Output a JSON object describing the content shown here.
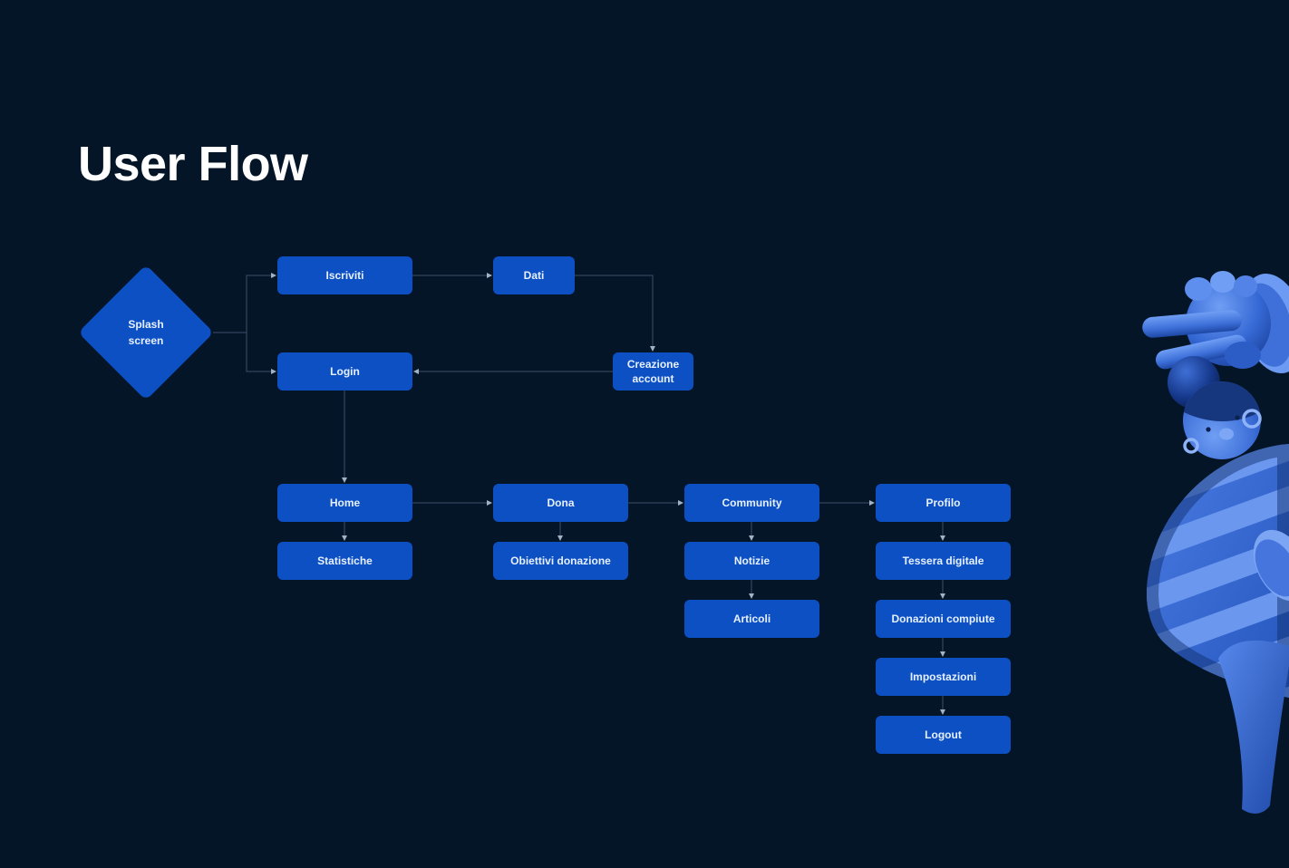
{
  "page": {
    "title": "User Flow"
  },
  "colors": {
    "bg": "#041528",
    "node_fill": "#0d50c4",
    "node_text": "#e6f0fe",
    "line": "#3e4d68",
    "arrow": "#a3b1c6",
    "title": "#ffffff"
  },
  "diagram": {
    "nodes": {
      "splash": {
        "label": "Splash screen",
        "shape": "diamond"
      },
      "iscriviti": {
        "label": "Iscriviti",
        "shape": "box"
      },
      "dati": {
        "label": "Dati",
        "shape": "box"
      },
      "login": {
        "label": "Login",
        "shape": "box"
      },
      "creazione_account": {
        "label": "Creazione account",
        "shape": "box"
      },
      "home": {
        "label": "Home",
        "shape": "box"
      },
      "dona": {
        "label": "Dona",
        "shape": "box"
      },
      "community": {
        "label": "Community",
        "shape": "box"
      },
      "profilo": {
        "label": "Profilo",
        "shape": "box"
      },
      "statistiche": {
        "label": "Statistiche",
        "shape": "box"
      },
      "obiettivi_donazione": {
        "label": "Obiettivi donazione",
        "shape": "box"
      },
      "notizie": {
        "label": "Notizie",
        "shape": "box"
      },
      "articoli": {
        "label": "Articoli",
        "shape": "box"
      },
      "tessera_digitale": {
        "label": "Tessera digitale",
        "shape": "box"
      },
      "donazioni_compiute": {
        "label": "Donazioni compiute",
        "shape": "box"
      },
      "impostazioni": {
        "label": "Impostazioni",
        "shape": "box"
      },
      "logout": {
        "label": "Logout",
        "shape": "box"
      }
    },
    "edges": [
      {
        "from": "splash",
        "to": "iscriviti"
      },
      {
        "from": "splash",
        "to": "login"
      },
      {
        "from": "iscriviti",
        "to": "dati"
      },
      {
        "from": "dati",
        "to": "creazione_account"
      },
      {
        "from": "creazione_account",
        "to": "login"
      },
      {
        "from": "login",
        "to": "home"
      },
      {
        "from": "home",
        "to": "dona"
      },
      {
        "from": "dona",
        "to": "community"
      },
      {
        "from": "community",
        "to": "profilo"
      },
      {
        "from": "home",
        "to": "statistiche"
      },
      {
        "from": "dona",
        "to": "obiettivi_donazione"
      },
      {
        "from": "community",
        "to": "notizie"
      },
      {
        "from": "notizie",
        "to": "articoli"
      },
      {
        "from": "profilo",
        "to": "tessera_digitale"
      },
      {
        "from": "tessera_digitale",
        "to": "donazioni_compiute"
      },
      {
        "from": "donazioni_compiute",
        "to": "impostazioni"
      },
      {
        "from": "impostazioni",
        "to": "logout"
      }
    ]
  },
  "illustration": {
    "name": "3d-blue-mascot-peace-hand"
  }
}
